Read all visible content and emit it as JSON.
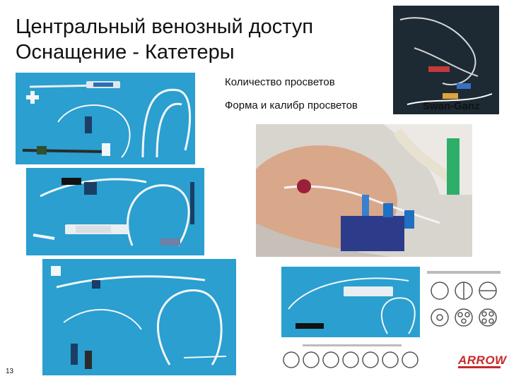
{
  "slide": {
    "title_line1": "Центральный венозный доступ",
    "title_line2": "Оснащение - Катетеры",
    "bullet1": "Количество просветов",
    "bullet2": "Форма и калибр просветов",
    "caption": "Swan-Ganz",
    "page_number": "13",
    "logo_text": "ARROW"
  },
  "colors": {
    "panel_blue": "#2a9fd0",
    "photo_dark": "#1d2a33",
    "logo_red": "#c62a2a"
  }
}
